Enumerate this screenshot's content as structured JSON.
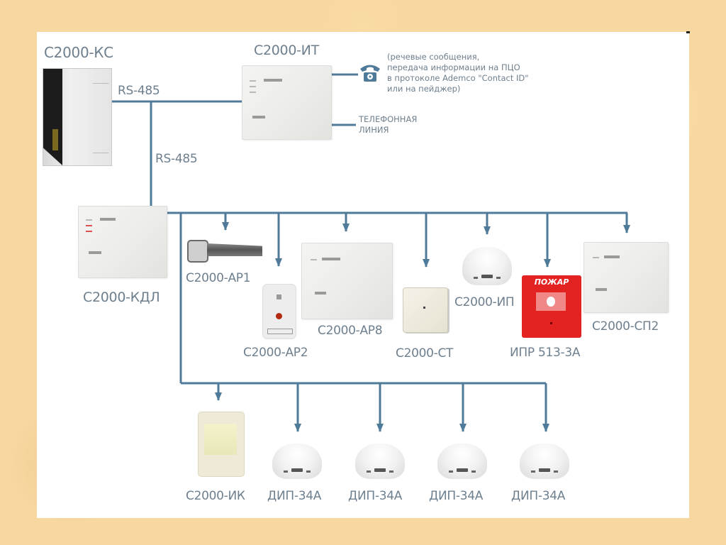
{
  "diagram": {
    "title_devices": {
      "controller": "С2000-КС",
      "telephone_module": "С2000-ИТ",
      "loop_controller": "С2000-КДЛ"
    },
    "bus_labels": {
      "rs485_horizontal": "RS-485",
      "rs485_vertical": "RS-485"
    },
    "telephone_note": {
      "lines": [
        "(речевые сообщения,",
        "передача информации на ПЦО",
        "в протоколе Ademco \"Contact ID\"",
        "или на пейджер)"
      ],
      "icon": "telephone-icon"
    },
    "phone_line": {
      "lines": [
        "ТЕЛЕФОННАЯ",
        "ЛИНИЯ"
      ]
    },
    "loop_row1": [
      {
        "name": "С2000-АР1"
      },
      {
        "name": "С2000-АР2"
      },
      {
        "name": "С2000-АР8"
      },
      {
        "name": "С2000-СТ"
      },
      {
        "name": "С2000-ИП"
      },
      {
        "name": "ИПР 513-3А",
        "badge": "ПОЖАР"
      },
      {
        "name": "С2000-СП2"
      }
    ],
    "loop_row2": [
      {
        "name": "С2000-ИК"
      },
      {
        "name": "ДИП-34А"
      },
      {
        "name": "ДИП-34А"
      },
      {
        "name": "ДИП-34А"
      },
      {
        "name": "ДИП-34А"
      }
    ],
    "colors": {
      "wire": "#4f7a99",
      "label_text": "#6e7f8e",
      "alarm_red": "#e02020",
      "background": "#f7d8a0"
    }
  }
}
